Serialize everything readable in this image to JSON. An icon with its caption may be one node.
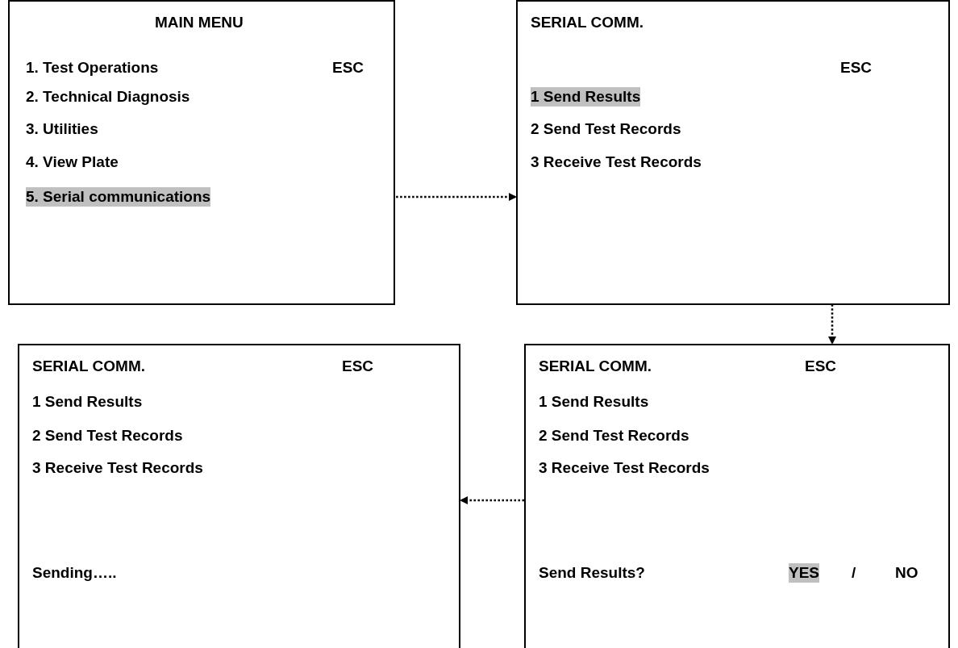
{
  "diagram": {
    "nodes": [
      {
        "text": [
          "MAIN MENU",
          "1. Test Operations",
          "ESC",
          "2. Technical Diagnosis",
          "3. Utilities",
          "4. View Plate"
        ]
      },
      {
        "text": [
          "5. Serial communications"
        ],
        "in": 0
      },
      {
        "text": [
          "SERIAL COMM.",
          "ESC",
          "2 Send Test Records",
          "3 Receive Test Records"
        ]
      },
      {
        "text": [
          "1 Send Results"
        ],
        "in": 2
      },
      {
        "text": [
          "SERIAL COMM.",
          "ESC",
          "1 Send Results",
          "2 Send Test Records",
          "3 Receive Test Records",
          "Send Results?",
          "YES",
          "/",
          "NO"
        ]
      },
      {
        "text": [
          "SERIAL COMM.",
          "ESC",
          "1 Send Results",
          "2 Send Test Records",
          "3 Receive Test Records",
          "Sending….."
        ]
      }
    ],
    "edges": [
      {
        "from": 1,
        "to": 2,
        "arrow": "to",
        "style": "dashed"
      },
      {
        "from": 3,
        "to": 4,
        "arrow": "to",
        "style": "dashed"
      },
      {
        "from": 4,
        "to": 5,
        "arrow": "to",
        "style": "dashed"
      }
    ]
  }
}
